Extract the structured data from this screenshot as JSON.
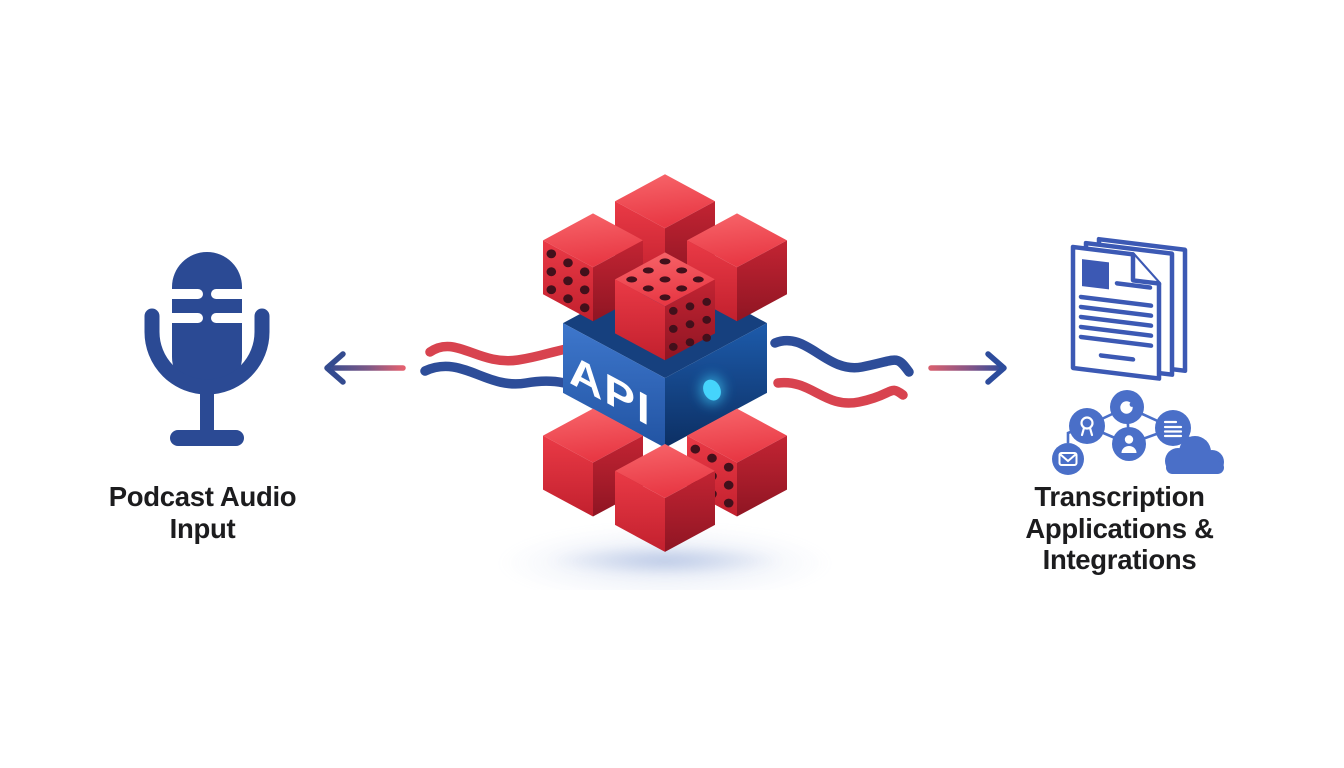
{
  "diagram": {
    "title": "Podcast audio transcription API flow",
    "left": {
      "icon": "microphone-icon",
      "label": "Podcast Audio\nInput"
    },
    "center": {
      "icon": "api-cube-cluster",
      "api_label": "API",
      "indicator": "glow-dot"
    },
    "right": {
      "icons": [
        "documents-icon",
        "integrations-network-icon"
      ],
      "network_nodes": [
        "mail-icon",
        "award-user-icon",
        "user-icon",
        "person-icon",
        "list-icon",
        "cloud-icon"
      ],
      "label": "Transcription\nApplications &\nIntegrations"
    },
    "flows": [
      {
        "name": "api-to-input-arrow",
        "direction": "left"
      },
      {
        "name": "api-to-integrations-arrow",
        "direction": "right"
      }
    ]
  },
  "colors": {
    "navy": "#2b4a94",
    "medium_blue": "#4a6fc8",
    "doc_blue": "#3c59b4",
    "cube_red_top": "#f15158",
    "cube_red_left": "#e02e3c",
    "cube_red_right": "#b7202f",
    "cube_dots": "#42101b",
    "api_face_blue": "#2d63b5",
    "api_face_dark": "#0c2f63",
    "glow_cyan": "#35c9f6",
    "wave_red": "#d8434f",
    "wave_blue": "#2d4d99",
    "text": "#1c1c1e",
    "background": "#ffffff"
  }
}
